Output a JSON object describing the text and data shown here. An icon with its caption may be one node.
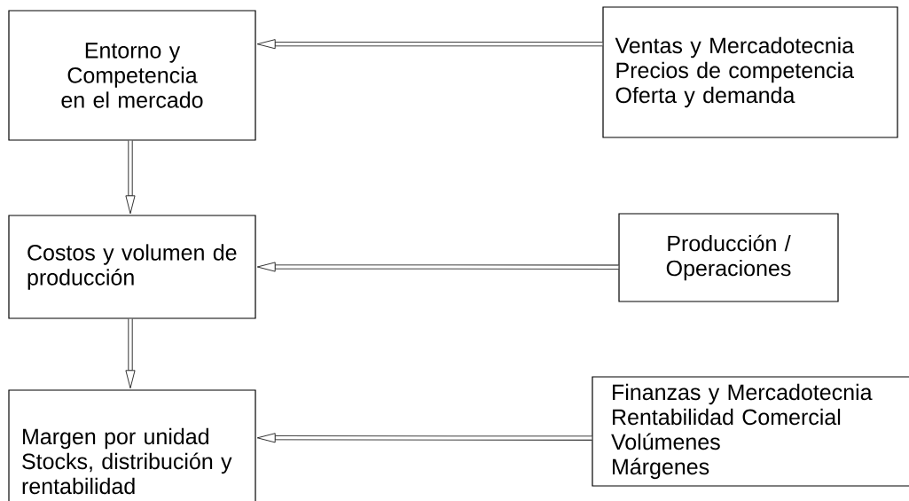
{
  "diagram": {
    "nodes": [
      {
        "text": [
          "Entorno y Competencia en el mercado"
        ]
      },
      {
        "text": [
          "Costos y volumen de producción"
        ]
      },
      {
        "text": [
          "Margen por unidad",
          "Stocks, distribución y rentabilidad"
        ]
      },
      {
        "text": [
          "Ventas y Mercadotecnia",
          "Precios de competencia",
          "Oferta y demanda"
        ]
      },
      {
        "text": [
          "Producción / Operaciones"
        ]
      },
      {
        "text": [
          "Finanzas y Mercadotecnia",
          "Rentabilidad Comercial",
          "Volúmenes",
          "Márgenes"
        ]
      }
    ],
    "edges": [
      {
        "from": 3,
        "to": 0,
        "arrow": "to"
      },
      {
        "from": 0,
        "to": 1,
        "arrow": "to"
      },
      {
        "from": 4,
        "to": 1,
        "arrow": "to"
      },
      {
        "from": 1,
        "to": 2,
        "arrow": "to"
      },
      {
        "from": 5,
        "to": 2,
        "arrow": "to"
      }
    ]
  }
}
